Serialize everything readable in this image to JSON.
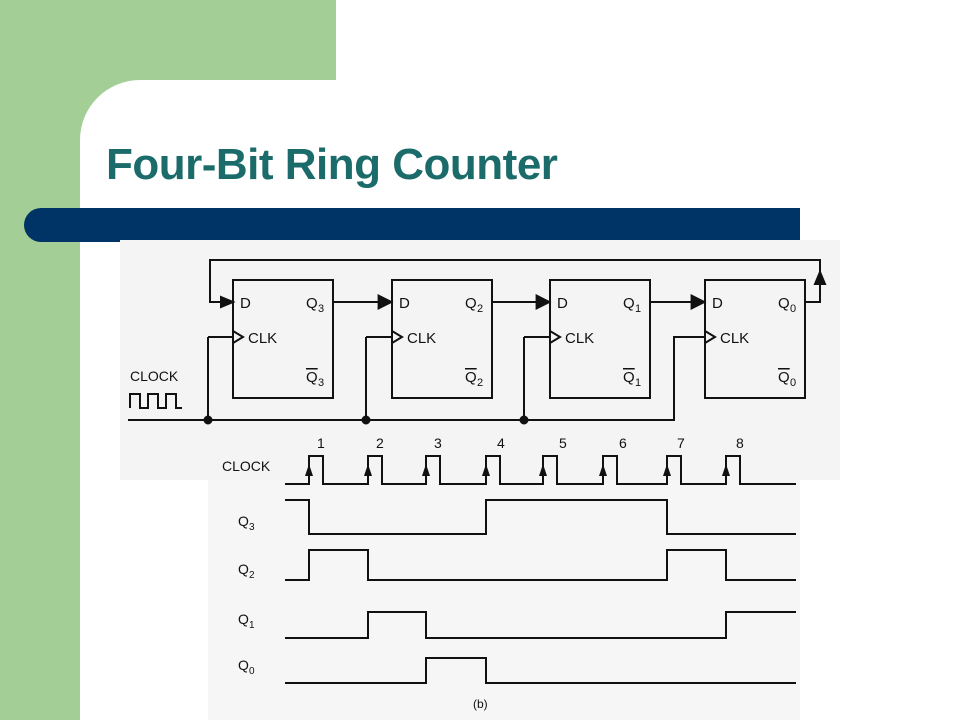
{
  "slide": {
    "title": "Four-Bit Ring Counter",
    "colors": {
      "title": "#1b6b6b",
      "bar": "#003366",
      "accent": "#a3cf97"
    }
  },
  "circuit": {
    "flipflops": [
      {
        "d": "D",
        "q": "Q",
        "q_sub": "3",
        "qbar": "Q",
        "qbar_sub": "3",
        "clk": "CLK"
      },
      {
        "d": "D",
        "q": "Q",
        "q_sub": "2",
        "qbar": "Q",
        "qbar_sub": "2",
        "clk": "CLK"
      },
      {
        "d": "D",
        "q": "Q",
        "q_sub": "1",
        "qbar": "Q",
        "qbar_sub": "1",
        "clk": "CLK"
      },
      {
        "d": "D",
        "q": "Q",
        "q_sub": "0",
        "qbar": "Q",
        "qbar_sub": "0",
        "clk": "CLK"
      }
    ],
    "clock_label": "CLOCK"
  },
  "timing": {
    "clock_label": "CLOCK",
    "pulse_numbers": [
      "1",
      "2",
      "3",
      "4",
      "5",
      "6",
      "7",
      "8"
    ],
    "signals": [
      {
        "name": "Q",
        "sub": "3"
      },
      {
        "name": "Q",
        "sub": "2"
      },
      {
        "name": "Q",
        "sub": "1"
      },
      {
        "name": "Q",
        "sub": "0"
      }
    ],
    "caption": "(b)"
  }
}
